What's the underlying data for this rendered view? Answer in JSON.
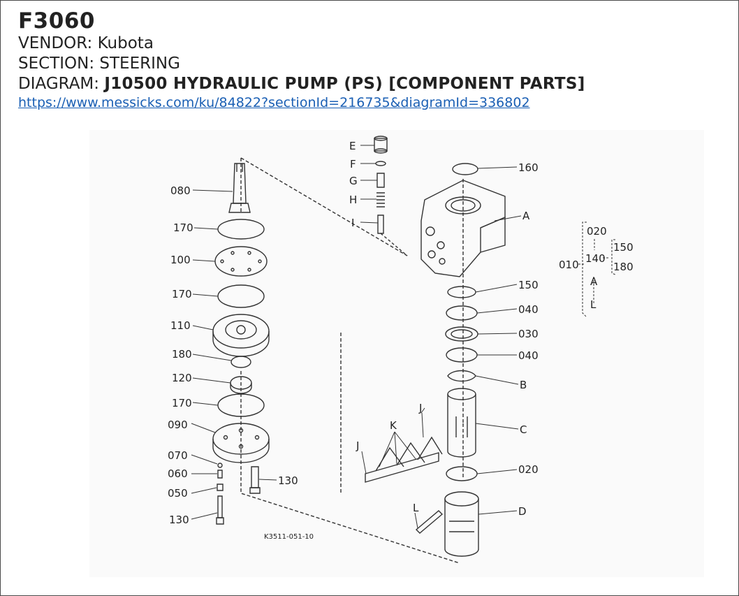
{
  "header": {
    "code": "F3060",
    "vendor_label": "VENDOR:",
    "vendor": "Kubota",
    "section_label": "SECTION:",
    "section": "STEERING",
    "diagram_label": "DIAGRAM:",
    "diagram": "J10500 HYDRAULIC PUMP (PS) [COMPONENT PARTS]",
    "url": "https://www.messicks.com/ku/84822?sectionId=216735&diagramId=336802"
  },
  "figure": {
    "ref_code": "K3511-051-10",
    "callouts": {
      "c080": "080",
      "c170a": "170",
      "c100": "100",
      "c170b": "170",
      "c110": "110",
      "c180": "180",
      "c120": "120",
      "c170c": "170",
      "c090": "090",
      "c070": "070",
      "c060": "060",
      "c050": "050",
      "c130a": "130",
      "c130b": "130",
      "cE": "E",
      "cF": "F",
      "cG": "G",
      "cH": "H",
      "cI": "I",
      "c160": "160",
      "cA": "A",
      "c150": "150",
      "c040a": "040",
      "c030": "030",
      "c040b": "040",
      "cB": "B",
      "cC": "C",
      "c020": "020",
      "cD": "D",
      "cJa": "J",
      "cJb": "J",
      "cK": "K",
      "cL": "L"
    },
    "tree": {
      "t020": "020",
      "t010": "010",
      "t140": "140",
      "t150": "150",
      "t180": "180",
      "tA": "A",
      "tL": "L"
    }
  }
}
